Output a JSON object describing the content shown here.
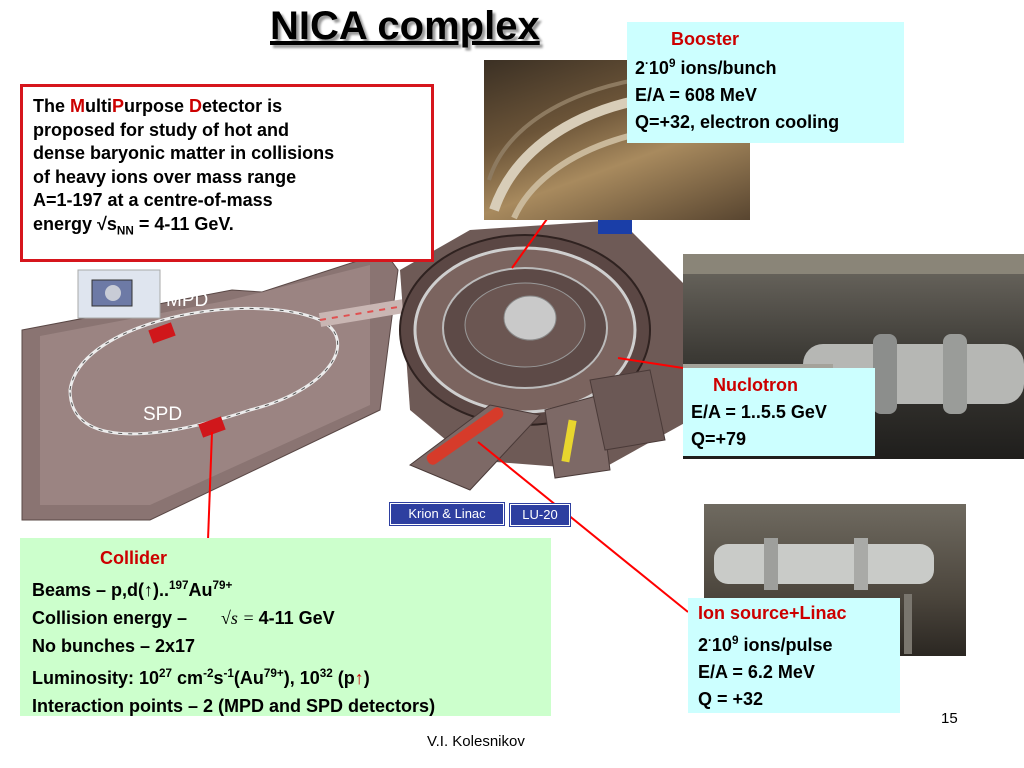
{
  "title": "NICA complex",
  "mpd_box": {
    "pre1": "The ",
    "m": "M",
    "ulti": "ulti",
    "p": "P",
    "urpose": "urpose ",
    "d": "D",
    "etector": "etector is",
    "line2": "proposed for study of hot and",
    "line3": "dense baryonic matter in collisions",
    "line4": "of heavy ions over mass range",
    "line5": "A=1-197 at a centre-of-mass",
    "line6_pre": "energy √s",
    "line6_sub": "NN",
    "line6_post": " = 4-11 GeV."
  },
  "booster": {
    "title": "Booster",
    "l1_a": "2",
    "l1_dot": "·",
    "l1_b": "10",
    "l1_sup": "9",
    "l1_c": " ions/bunch",
    "l2": "E/A = 608 MeV",
    "l3": "Q=+32, electron cooling"
  },
  "nuclotron": {
    "title": "Nuclotron",
    "l1": "E/A = 1..5.5 GeV",
    "l2": "Q=+79"
  },
  "ion_source": {
    "title": "Ion source+Linac",
    "l1_a": "2",
    "l1_dot": "·",
    "l1_b": "10",
    "l1_sup": "9",
    "l1_c": " ions/pulse",
    "l2": "E/A = 6.2 MeV",
    "l3": "Q = +32"
  },
  "collider": {
    "title": "Collider",
    "beams_pre": "Beams –  p,d(↑)..",
    "beams_sup1": "197",
    "beams_mid": "Au",
    "beams_sup2": "79+",
    "energy_pre": "Collision energy –",
    "energy_formula": "√s =",
    "energy_post": "4-11 GeV",
    "bunches": "No bunches – 2x17",
    "lum_a": "Luminosity: 10",
    "lum_s1": "27",
    "lum_b": " cm",
    "lum_s2": "-2",
    "lum_c": "s",
    "lum_s3": "-1",
    "lum_d": "(Au",
    "lum_s4": "79+",
    "lum_e": "), 10",
    "lum_s5": "32",
    "lum_f": " (p",
    "lum_arrow": "↑",
    "lum_g": ")",
    "points": "Interaction points – 2 (MPD and SPD detectors)"
  },
  "diagram_labels": {
    "mpd": "MPD",
    "spd": "SPD",
    "krion": "Krion & Linac",
    "lu20": "LU-20"
  },
  "page_number": "15",
  "author": "V.I. Kolesnikov",
  "colors": {
    "highlight_red": "#cc0000",
    "box_green": "#ccffcc",
    "box_cyan": "#ccffff",
    "connector_red": "#ff0000",
    "label_blue": "#2e3fa0"
  }
}
